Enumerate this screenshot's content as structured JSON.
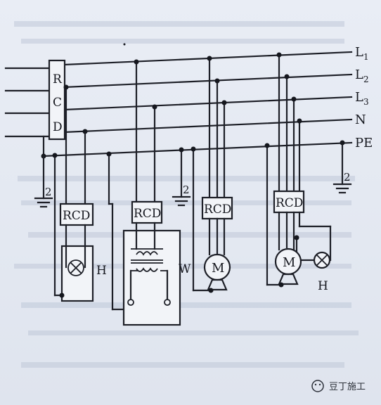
{
  "lines": {
    "l1": {
      "main": "L",
      "sub": "1"
    },
    "l2": {
      "main": "L",
      "sub": "2"
    },
    "l3": {
      "main": "L",
      "sub": "3"
    },
    "n": "N",
    "pe": "PE"
  },
  "main_rcd": {
    "r": "R",
    "c": "C",
    "d": "D"
  },
  "branch_rcd_label": "RCD",
  "ground_symbol_label": "2",
  "motor_label": "M",
  "loads": {
    "lamp1": "H",
    "welder": "W",
    "lamp2": "H"
  },
  "watermark": {
    "brand": "豆丁施工"
  },
  "colors": {
    "ink": "#1d1f27",
    "paper": "#e6eaf2"
  }
}
